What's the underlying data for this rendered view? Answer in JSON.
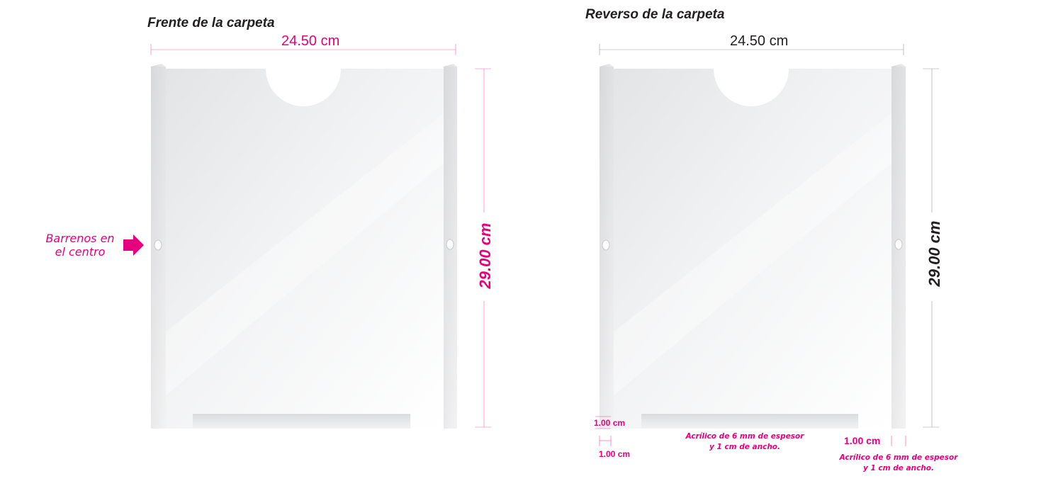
{
  "front": {
    "title": "Frente de la carpeta",
    "width_label": "24.50 cm",
    "height_label": "29.00 cm",
    "holes_label_line1": "Barrenos en",
    "holes_label_line2": "el centro",
    "label_color": "#e6007e"
  },
  "back": {
    "title": "Reverso de la carpeta",
    "width_label": "24.50 cm",
    "height_label": "29.00 cm",
    "edge_label_vertical": "1.00 cm",
    "edge_label_horizontal": "1.00 cm",
    "right_edge_label": "1.00 cm",
    "note_center_line1": "Acrílico de 6 mm de espesor",
    "note_center_line2": "y 1 cm de ancho.",
    "note_right_line1": "Acrílico de 6 mm de espesor",
    "note_right_line2": "y 1 cm de ancho.",
    "label_color_dark": "#231f20"
  }
}
